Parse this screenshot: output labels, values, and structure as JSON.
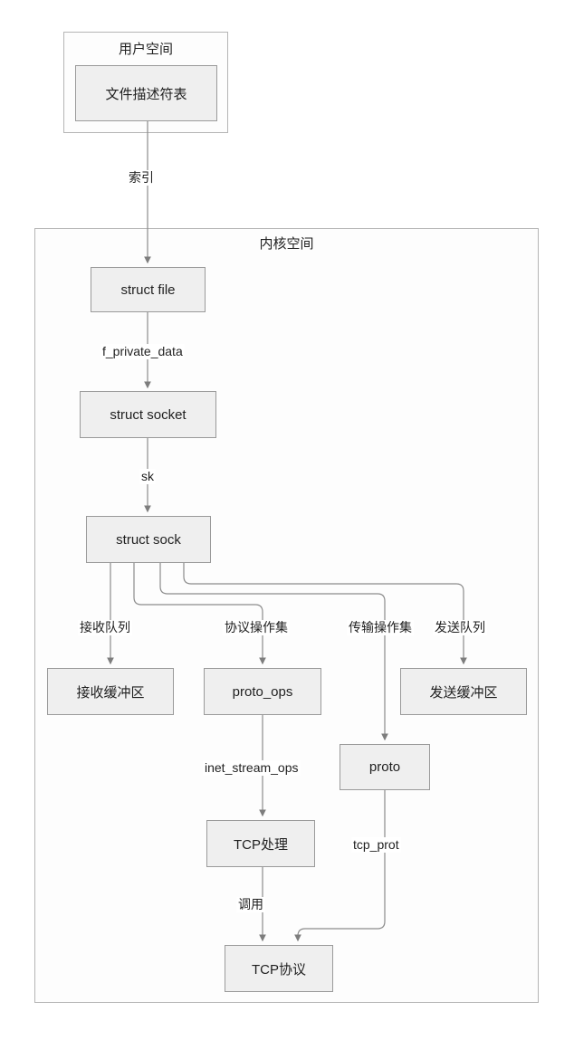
{
  "diagram": {
    "title_user_space": "用户空间",
    "title_kernel_space": "内核空间",
    "nodes": {
      "fd_table": "文件描述符表",
      "struct_file": "struct file",
      "struct_socket": "struct socket",
      "struct_sock": "struct sock",
      "recv_buffer": "接收缓冲区",
      "proto_ops": "proto_ops",
      "proto": "proto",
      "send_buffer": "发送缓冲区",
      "tcp_handle": "TCP处理",
      "tcp_protocol": "TCP协议"
    },
    "edge_labels": {
      "index": "索引",
      "f_private_data": "f_private_data",
      "sk": "sk",
      "recv_queue": "接收队列",
      "proto_ops_set": "协议操作集",
      "transport_ops_set": "传输操作集",
      "send_queue": "发送队列",
      "inet_stream_ops": "inet_stream_ops",
      "tcp_prot": "tcp_prot",
      "call": "调用"
    },
    "colors": {
      "node_fill": "#efefef",
      "node_border": "#9a9a9a",
      "container_fill": "#fdfdfd",
      "container_border": "#b5b5b5",
      "wire": "#8c8c8c",
      "text": "#1f1f1f",
      "background": "#ffffff"
    }
  }
}
